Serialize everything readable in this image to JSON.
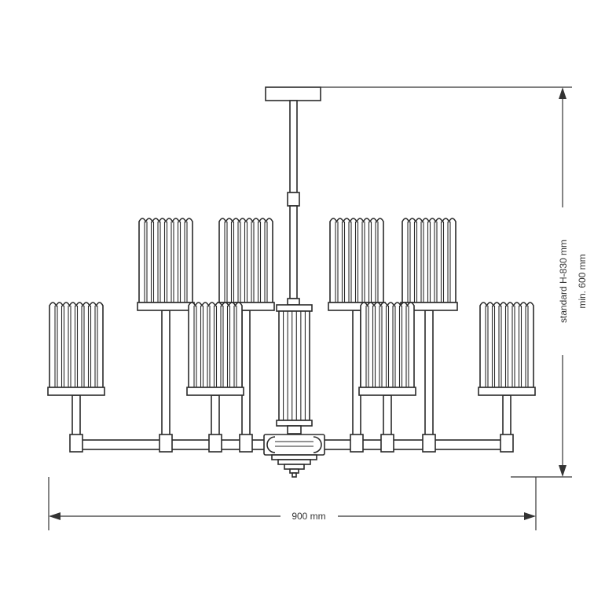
{
  "drawing": {
    "subject": "chandelier",
    "height_label_standard": "standard H-830 mm",
    "height_label_min": "min. 600 mm",
    "width_label": "900 mm",
    "line_color": "#2a2a2a",
    "upper_shade_count": 4,
    "lower_shade_count": 4
  }
}
